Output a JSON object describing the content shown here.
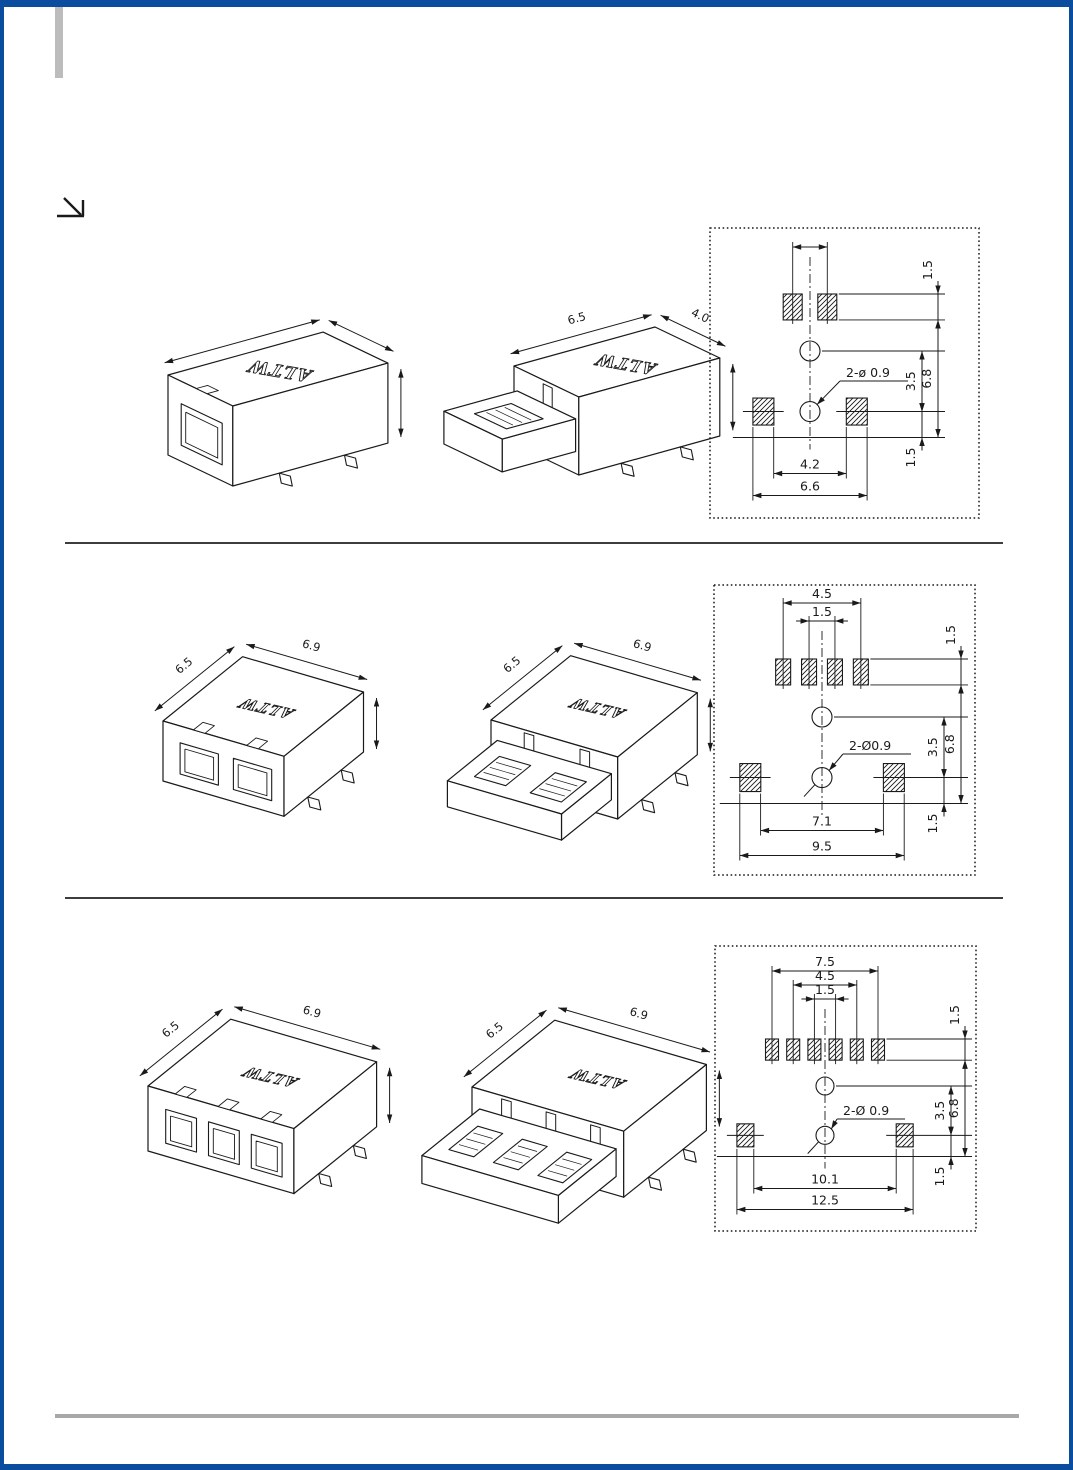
{
  "page": {
    "brand": "ALTW",
    "frame_color": "#0a4c9e",
    "tab_color": "#bcbcbc",
    "line_color": "#1a1a1a",
    "fold_arrow_icon": "corner-fold-arrow"
  },
  "rows": [
    {
      "id": "1-position",
      "iso_views": [
        {
          "name": "open",
          "dim_labels": [
            "",
            ""
          ]
        },
        {
          "name": "mated",
          "dim_labels": [
            "6.5",
            "4.0"
          ]
        }
      ],
      "footprint": {
        "top_pad_count": 2,
        "top_dims": [
          {
            "label": "",
            "span": [
              0,
              1
            ]
          }
        ],
        "hole_label": "2-ø 0.9",
        "side_dims": [
          "1.5",
          "6.8",
          "3.5",
          "1.5"
        ],
        "bottom_dims": [
          "4.2",
          "6.6"
        ]
      }
    },
    {
      "id": "2-position",
      "iso_views": [
        {
          "name": "open",
          "dim_labels": [
            "6.5",
            "6.9"
          ]
        },
        {
          "name": "mated",
          "dim_labels": [
            "6.5",
            "6.9"
          ]
        }
      ],
      "footprint": {
        "top_pad_count": 4,
        "top_dims": [
          {
            "label": "4.5",
            "span": [
              0,
              3
            ]
          },
          {
            "label": "1.5",
            "span": [
              1,
              2
            ]
          }
        ],
        "hole_label": "2-Ø0.9",
        "side_dims": [
          "1.5",
          "6.8",
          "3.5",
          "1.5"
        ],
        "bottom_dims": [
          "7.1",
          "9.5"
        ]
      }
    },
    {
      "id": "3-position",
      "iso_views": [
        {
          "name": "open",
          "dim_labels": [
            "6.5",
            "6.9"
          ]
        },
        {
          "name": "mated",
          "dim_labels": [
            "6.5",
            "6.9"
          ]
        }
      ],
      "footprint": {
        "top_pad_count": 6,
        "top_dims": [
          {
            "label": "7.5",
            "span": [
              0,
              5
            ]
          },
          {
            "label": "4.5",
            "span": [
              1,
              4
            ]
          },
          {
            "label": "1.5",
            "span": [
              2,
              3
            ]
          }
        ],
        "hole_label": "2-Ø 0.9",
        "side_dims": [
          "1.5",
          "6.8",
          "3.5",
          "1.5"
        ],
        "bottom_dims": [
          "10.1",
          "12.5"
        ]
      }
    }
  ]
}
